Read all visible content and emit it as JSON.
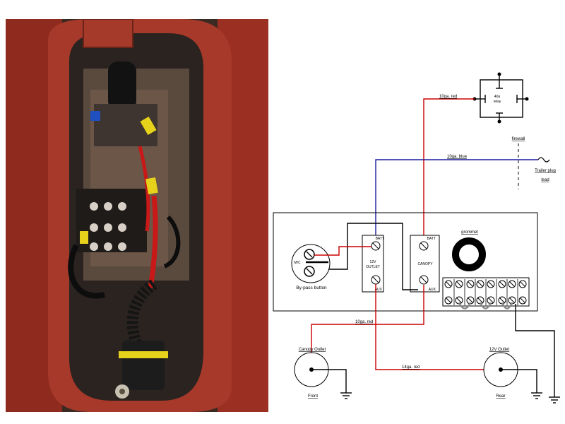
{
  "photo": {
    "description_icon": "engine-bay-wiring-photo"
  },
  "diagram": {
    "relay_label_line1": "40a",
    "relay_label_line2": "relay",
    "firewall_label": "firewall",
    "trailer_plug_line1": "Trailer plug",
    "trailer_plug_line2": "lead",
    "wire_10ga_red_top": "10ga. red",
    "wire_10ga_blue": "10ga. blue",
    "wire_10ga_red_bottom": "10ga. red",
    "wire_14ga_red": "14ga. red",
    "grommet_label": "grommet",
    "bypass_label": "By-pass button",
    "bypass_symbol": "M/C",
    "outlet_batt": "BATT",
    "outlet_name_line1": "12V",
    "outlet_name_line2": "OUTLET",
    "outlet_aux": "AUX",
    "canopy_batt": "BATT",
    "canopy_name": "CANOPY",
    "canopy_aux": "AUX",
    "canopy_outlet_label": "Canopy Outlet",
    "front_label": "Front",
    "rear_outlet_label": "12V Outlet",
    "rear_label": "Rear"
  },
  "colors": {
    "red_wire": "#cc0000",
    "blue_wire": "#1a1aa0",
    "black_wire": "#000000"
  }
}
